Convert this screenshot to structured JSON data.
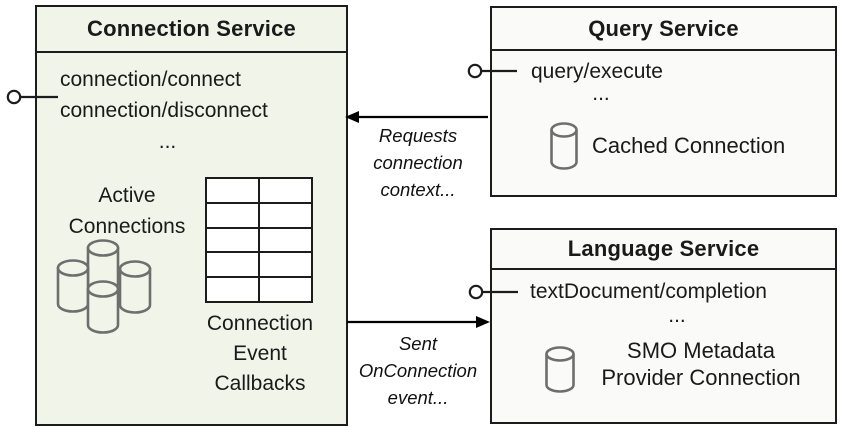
{
  "connection_service": {
    "title": "Connection Service",
    "methods": [
      "connection/connect",
      "connection/disconnect"
    ],
    "ellipsis": "...",
    "active_connections": [
      "Active",
      "Connections"
    ],
    "callbacks": [
      "Connection",
      "Event",
      "Callbacks"
    ]
  },
  "query_service": {
    "title": "Query Service",
    "methods": [
      "query/execute"
    ],
    "ellipsis": "...",
    "cached_connection_label": "Cached Connection"
  },
  "language_service": {
    "title": "Language Service",
    "methods": [
      "textDocument/completion"
    ],
    "ellipsis": "...",
    "smo_metadata_label": [
      "SMO Metadata",
      "Provider Connection"
    ]
  },
  "arrow_labels": {
    "requests": [
      "Requests",
      "connection",
      "context..."
    ],
    "sent": [
      "Sent",
      "OnConnection",
      "event..."
    ]
  },
  "icons": {
    "database_cylinder": "database-cylinder",
    "connections_cluster": "four-database-cylinders-cluster",
    "callbacks_grid": "5x2-table-grid",
    "lollipop": "interface-lollipop-connector"
  },
  "colors": {
    "connection_box_fill": "#f1f4e9",
    "service_box_fill": "#fafaf8",
    "border": "#1c1c1c",
    "cylinder_stroke": "#6e6e6e",
    "arrow": "#000000",
    "background": "#ffffff"
  }
}
